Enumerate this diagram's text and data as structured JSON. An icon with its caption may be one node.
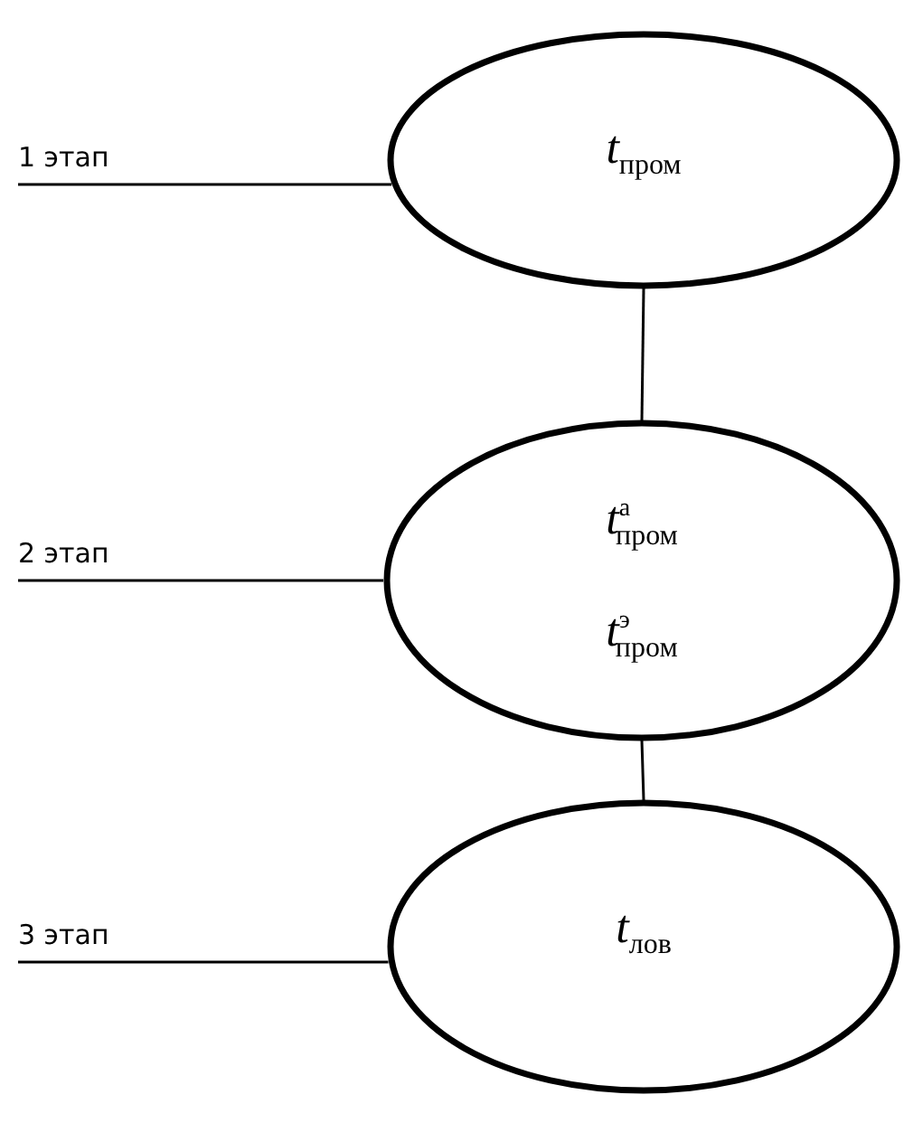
{
  "diagram": {
    "nodes": [
      {
        "text": [
          "1 этап"
        ]
      },
      {
        "text": [
          "*t*$_{пром}$"
        ]
      },
      {
        "text": [
          "2 этап"
        ]
      },
      {
        "text": [
          "*t*$^{а}$$_{пром}$",
          "*t*$^{э}$$_{пром}$"
        ]
      },
      {
        "text": [
          "3 этап"
        ]
      },
      {
        "text": [
          "*t*$_{лов}$"
        ]
      }
    ],
    "edges": [
      {
        "from": 0,
        "to": 1,
        "arrow": "none"
      },
      {
        "from": 1,
        "to": 3,
        "arrow": "none"
      },
      {
        "from": 2,
        "to": 3,
        "arrow": "none"
      },
      {
        "from": 3,
        "to": 5,
        "arrow": "none"
      },
      {
        "from": 4,
        "to": 5,
        "arrow": "none"
      }
    ]
  }
}
